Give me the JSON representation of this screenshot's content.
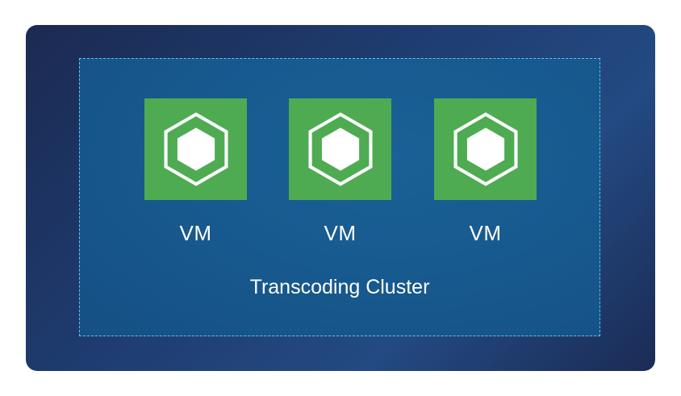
{
  "diagram": {
    "cluster_label": "Transcoding Cluster",
    "vms": [
      {
        "label": "VM",
        "icon": "hexagon-icon"
      },
      {
        "label": "VM",
        "icon": "hexagon-icon"
      },
      {
        "label": "VM",
        "icon": "hexagon-icon"
      }
    ]
  },
  "colors": {
    "vm_fill": "#4eab52",
    "cluster_border": "#5fc4ee",
    "panel_dark": "#1b2a52",
    "cluster_blue": "#175a8f"
  }
}
